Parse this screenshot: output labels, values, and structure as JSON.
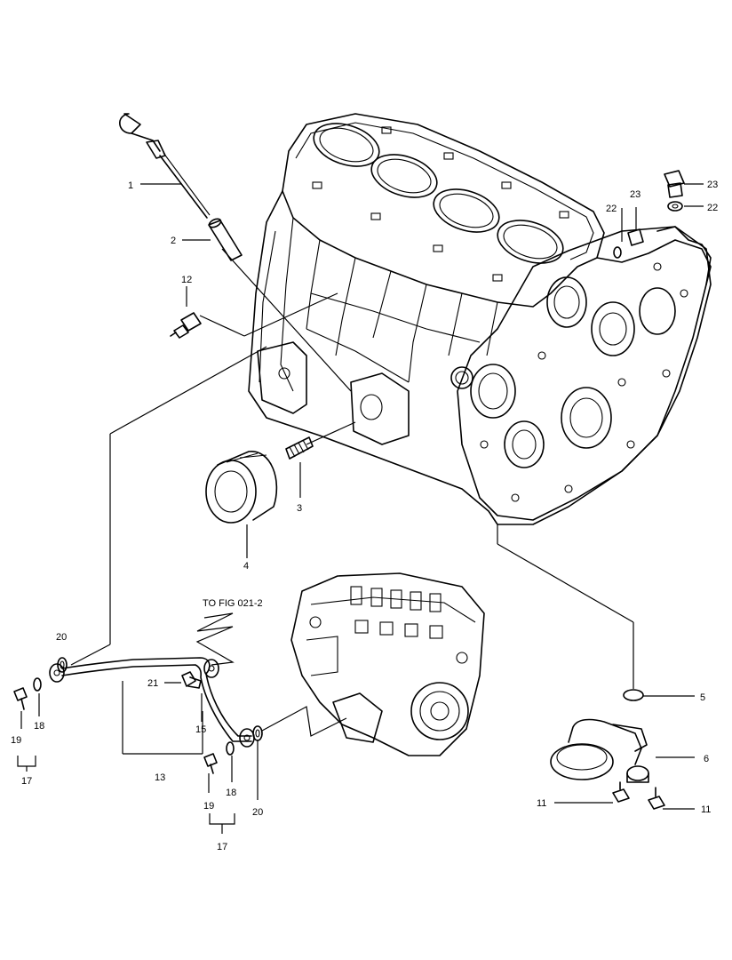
{
  "callouts": {
    "c1": "1",
    "c2": "2",
    "c3": "3",
    "c4": "4",
    "c5": "5",
    "c6": "6",
    "c11a": "11",
    "c11b": "11",
    "c12": "12",
    "c13": "13",
    "c15": "15",
    "c17a": "17",
    "c17b": "17",
    "c18a": "18",
    "c18b": "18",
    "c19a": "19",
    "c19b": "19",
    "c20a": "20",
    "c20b": "20",
    "c21": "21",
    "c22a": "22",
    "c22b": "22",
    "c23a": "23",
    "c23b": "23"
  },
  "reference_note": "TO FIG 021-2",
  "colors": {
    "line": "#000000",
    "background": "#ffffff"
  }
}
